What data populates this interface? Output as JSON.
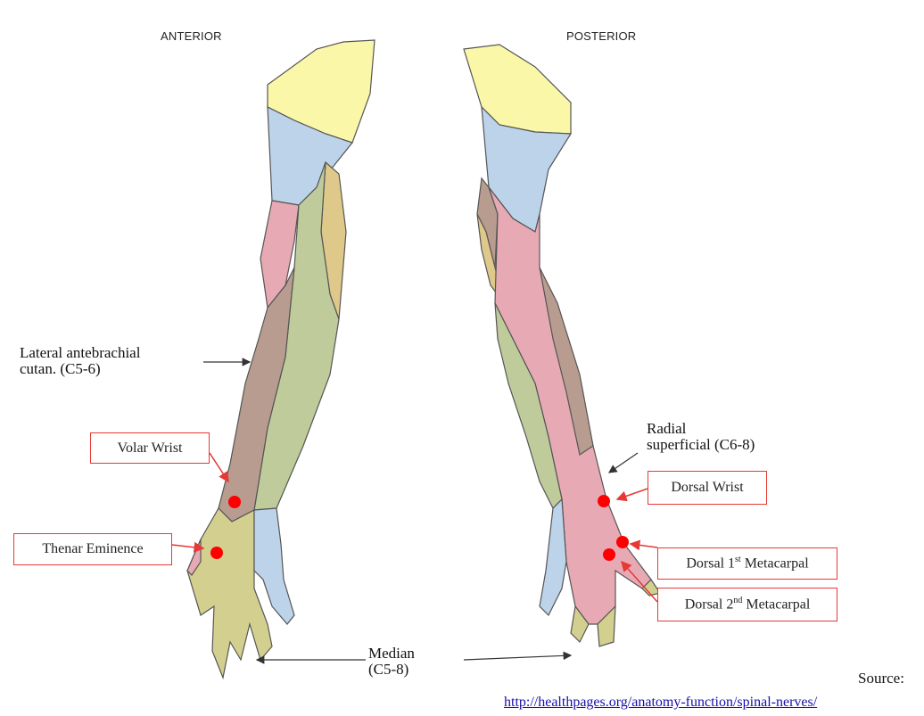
{
  "views": {
    "anterior": "ANTERIOR",
    "posterior": "POSTERIOR"
  },
  "nerve_labels": {
    "lateral_antebrachial": "Lateral antebrachial\ncutan. (C5-6)",
    "radial_superficial": "Radial\nsuperficial (C6-8)",
    "median": "Median\n(C5-8)"
  },
  "callouts": {
    "volar_wrist": "Volar Wrist",
    "thenar_eminence": "Thenar Eminence",
    "dorsal_wrist": "Dorsal Wrist",
    "dorsal_1st_pre": "Dorsal 1",
    "dorsal_1st_sup": "st",
    "dorsal_1st_post": " Metacarpal",
    "dorsal_2nd_pre": "Dorsal 2",
    "dorsal_2nd_sup": "nd",
    "dorsal_2nd_post": " Metacarpal"
  },
  "source": {
    "label": "Source:",
    "url": "http://healthpages.org/anatomy-function/spinal-nerves/"
  },
  "colors": {
    "supraclavicular": "#fbf7a8",
    "axillary_blue": "#bcd3ea",
    "pink": "#e7aab4",
    "green": "#bfcb9b",
    "brown": "#b79c8f",
    "tan": "#dfc98a",
    "olive": "#d3d08f",
    "marker": "#ff0000",
    "callout_border": "#e53935"
  }
}
